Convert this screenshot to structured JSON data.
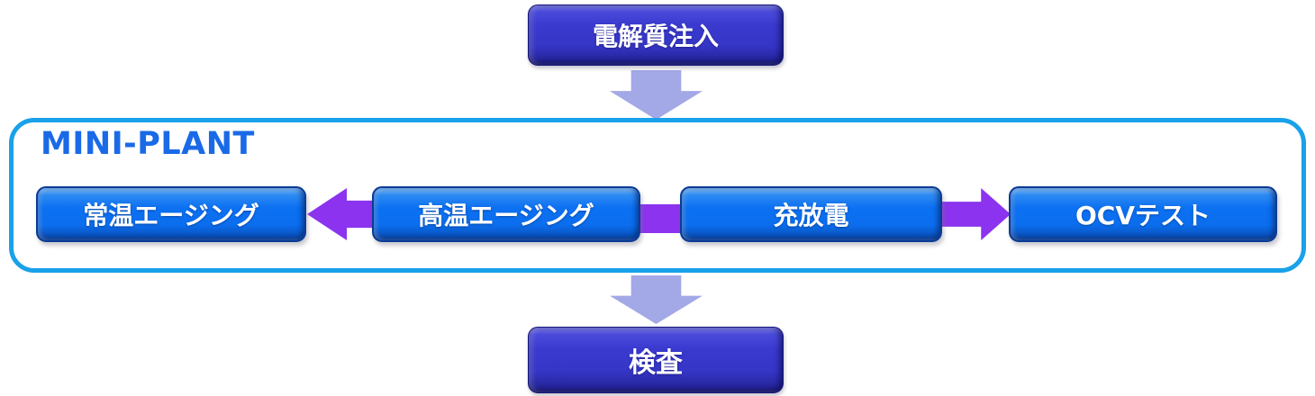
{
  "flow": {
    "top_node": {
      "label": "電解質注入"
    },
    "plant": {
      "title": "MINI-PLANT",
      "nodes": [
        {
          "label": "常温エージング"
        },
        {
          "label": "高温エージング"
        },
        {
          "label": "充放電"
        },
        {
          "label": "OCVテスト"
        }
      ]
    },
    "bottom_node": {
      "label": "検査"
    }
  },
  "icons": {
    "down_arrow": "block-arrow-down",
    "left_arrow": "block-arrow-left",
    "right_arrow": "block-arrow-right",
    "connector": "straight-bar"
  },
  "colors": {
    "node_dark": "#3a3ad0",
    "node_blue": "#0b70f2",
    "arrow_purple": "#8b33ee",
    "arrow_lavender": "#a3a8e6",
    "container_border": "#19a1e9",
    "title_blue": "#1a6ae8"
  }
}
